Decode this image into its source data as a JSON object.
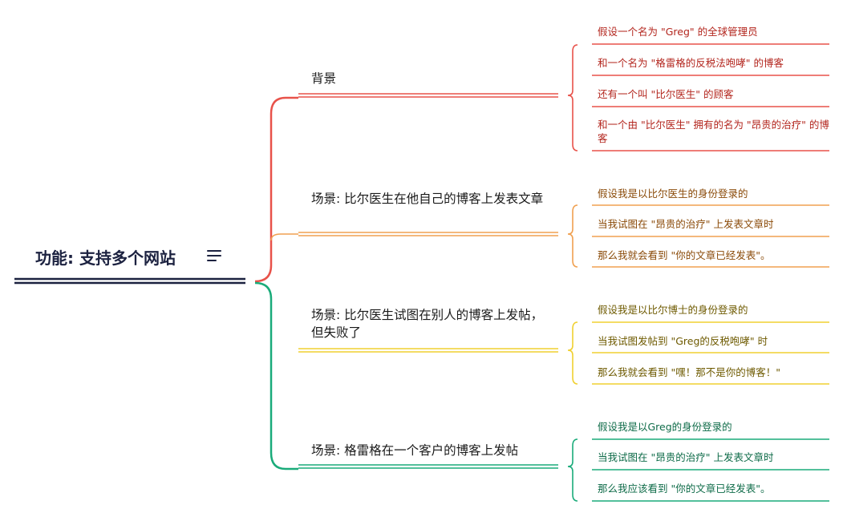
{
  "root": {
    "title": "功能: 支持多个网站",
    "icon": "notes-lines-icon"
  },
  "colors": {
    "root": "#1c2240",
    "red": "#e8524a",
    "orange": "#f0a050",
    "yellow": "#f0d030",
    "green": "#1aab7a"
  },
  "branches": [
    {
      "label": "背景",
      "leaves": [
        "假设一个名为 \"Greg\" 的全球管理员",
        "和一个名为 \"格雷格的反税法咆哮\" 的博客",
        "还有一个叫 \"比尔医生\" 的顾客",
        "和一个由 \"比尔医生\" 拥有的名为 \"昂贵的治疗\" 的博客"
      ]
    },
    {
      "label": "场景: 比尔医生在他自己的博客上发表文章",
      "leaves": [
        "假设我是以比尔医生的身份登录的",
        "当我试图在 \"昂贵的治疗\" 上发表文章时",
        "那么我就会看到 \"你的文章已经发表\"。"
      ]
    },
    {
      "label": "场景: 比尔医生试图在别人的博客上发帖，但失败了",
      "leaves": [
        "假设我是以比尔博士的身份登录的",
        "当我试图发帖到 \"Greg的反税咆哮\" 时",
        "那么我就会看到 \"嘿！那不是你的博客！\""
      ]
    },
    {
      "label": "场景: 格雷格在一个客户的博客上发帖",
      "leaves": [
        "假设我是以Greg的身份登录的",
        "当我试图在 \"昂贵的治疗\" 上发表文章时",
        "那么我应该看到 \"你的文章已经发表\"。"
      ]
    }
  ]
}
